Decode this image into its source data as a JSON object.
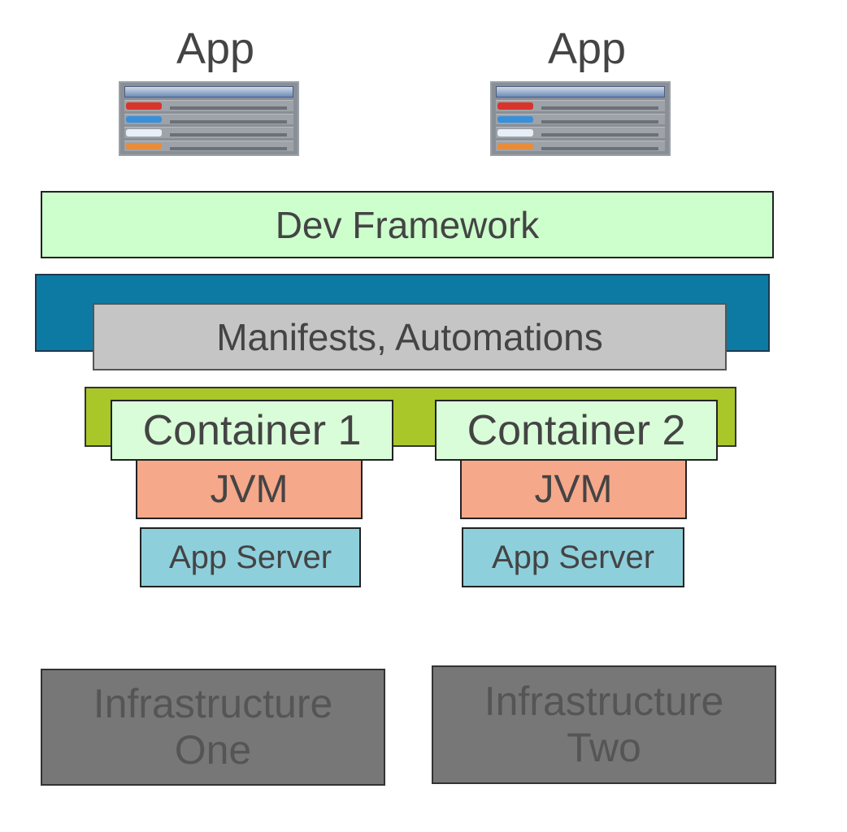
{
  "apps": [
    {
      "label": "App"
    },
    {
      "label": "App"
    }
  ],
  "dev_framework": {
    "label": "Dev Framework"
  },
  "manifests": {
    "label": "Manifests, Automations"
  },
  "stacks": [
    {
      "container": "Container 1",
      "jvm": "JVM",
      "app_server": "App Server"
    },
    {
      "container": "Container 2",
      "jvm": "JVM",
      "app_server": "App Server"
    }
  ],
  "infrastructure": [
    {
      "line1": "Infrastructure",
      "line2": "One"
    },
    {
      "line1": "Infrastructure",
      "line2": "Two"
    }
  ],
  "colors": {
    "dev_framework": "#ccffcc",
    "platform_bar": "#0d7aa4",
    "manifests": "#c5c5c5",
    "container_bar": "#a9c729",
    "container": "#d9fcd9",
    "jvm": "#f5a88a",
    "app_server": "#8ecfdc",
    "infrastructure": "#777777"
  }
}
